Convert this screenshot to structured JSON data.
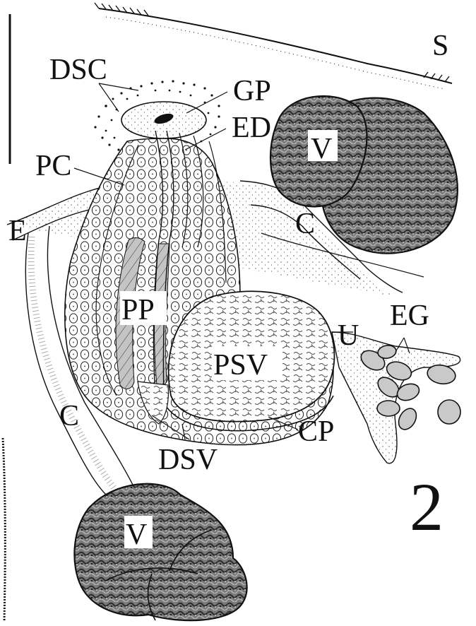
{
  "figure": {
    "panel_number": "2",
    "labels": {
      "S": "S",
      "DSC": "DSC",
      "GP": "GP",
      "ED": "ED",
      "PC": "PC",
      "V_upper": "V",
      "E": "E",
      "C_right": "C",
      "PP": "PP",
      "EG": "EG",
      "U": "U",
      "PSV": "PSV",
      "C_left": "C",
      "CP": "CP",
      "DSV": "DSV",
      "V_lower": "V"
    },
    "colors": {
      "ink": "#111111",
      "vitellaria_fill": "#6f6f6f",
      "egg_fill": "#c9c9c9",
      "prostatic_strip": "#bdbdbd"
    }
  }
}
